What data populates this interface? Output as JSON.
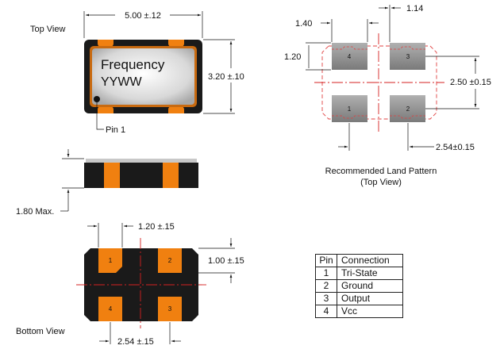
{
  "top_view": {
    "title": "Top View",
    "marking_line1": "Frequency",
    "marking_line2": "YYWW",
    "width_dim": "5.00 ±.12",
    "height_dim": "3.20 ±.10",
    "pin1_label": "Pin 1"
  },
  "side_view": {
    "height_dim": "1.80 Max."
  },
  "bottom_view": {
    "title": "Bottom View",
    "pad_width_dim": "1.20 ±.15",
    "pad_height_dim": "1.00 ±.15",
    "pitch_dim": "2.54 ±.15",
    "pad_numbers": [
      "1",
      "2",
      "3",
      "4"
    ]
  },
  "land_pattern": {
    "title": "Recommended Land Pattern",
    "subtitle": "(Top View)",
    "pad_width_dim": "1.40",
    "gap_dim": "1.14",
    "pad_height_dim": "1.20",
    "vertical_pitch_dim": "2.50 ±0.15",
    "horizontal_pitch_dim": "2.54±0.15",
    "pad_numbers": [
      "1",
      "2",
      "3",
      "4"
    ]
  },
  "pin_table": {
    "headers": [
      "Pin",
      "Connection"
    ],
    "rows": [
      [
        "1",
        "Tri-State"
      ],
      [
        "2",
        "Ground"
      ],
      [
        "3",
        "Output"
      ],
      [
        "4",
        "Vcc"
      ]
    ]
  },
  "colors": {
    "pad_orange": "#f08010",
    "body_black": "#1a1a1a",
    "lid_gray": "#d0d0d0",
    "land_pad_gray": "#8f8f8f",
    "center_line_red": "#d42020"
  }
}
